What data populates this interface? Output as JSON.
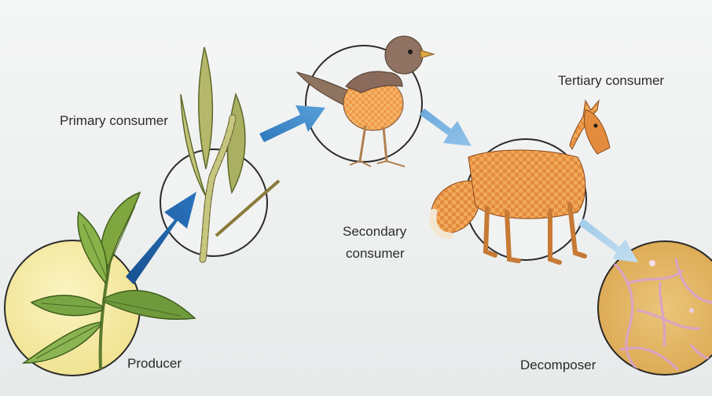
{
  "stages": {
    "producer": {
      "label": "Producer"
    },
    "primary": {
      "label": "Primary consumer"
    },
    "secondary": {
      "label_line1": "Secondary",
      "label_line2": "consumer"
    },
    "tertiary": {
      "label": "Tertiary consumer"
    },
    "decomposer": {
      "label": "Decomposer"
    }
  },
  "colors": {
    "arrow_dark": "#1f5fa8",
    "arrow_mid": "#3b86c8",
    "arrow_light": "#8fc2e6",
    "producer_fill": "#f4ea9c",
    "decomposer_fill": "#e2b45a",
    "leaf_green": "#6f9a3c",
    "fox_orange": "#d9863a",
    "bird_brown": "#8a6a5a",
    "bird_breast": "#e99a4a"
  }
}
